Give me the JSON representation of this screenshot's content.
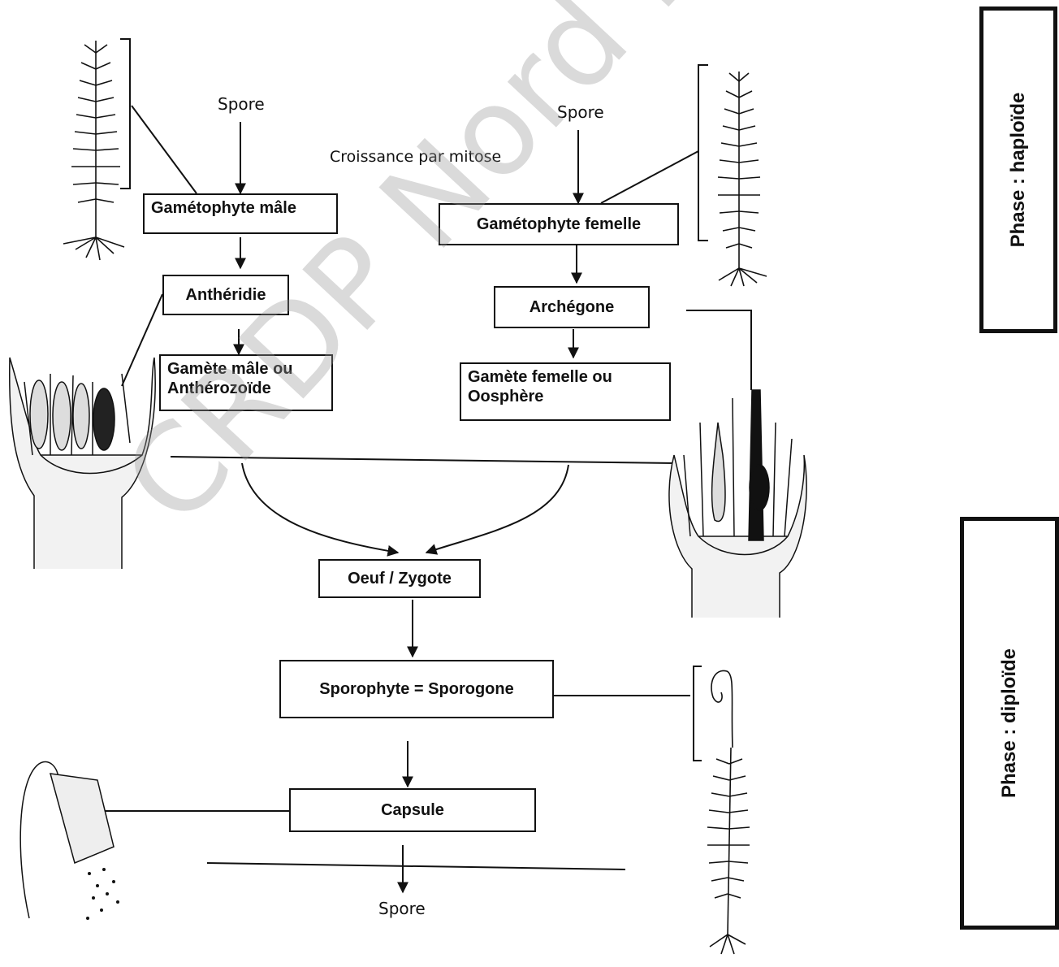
{
  "diagram": {
    "spore_top_left": "Spore",
    "spore_top_right": "Spore",
    "spore_bottom": "Spore",
    "growth_note": "Croissance par mitose",
    "boxes": {
      "gametophyte_male": "Gamétophyte mâle",
      "gametophyte_female": "Gamétophyte femelle",
      "antheridie": "Anthéridie",
      "archegone": "Archégone",
      "gamete_male_line1": "Gamète mâle ou",
      "gamete_male_line2": "Anthérozoïde",
      "gamete_female_line1": "Gamète femelle ou",
      "gamete_female_line2": "Oosphère",
      "zygote": "Oeuf / Zygote",
      "sporophyte": "Sporophyte = Sporogone",
      "capsule": "Capsule"
    },
    "phases": {
      "haploid": "Phase : haploïde",
      "diploid": "Phase : diploïde"
    },
    "watermark": "CRDP Nord Pas-de-Calais"
  }
}
